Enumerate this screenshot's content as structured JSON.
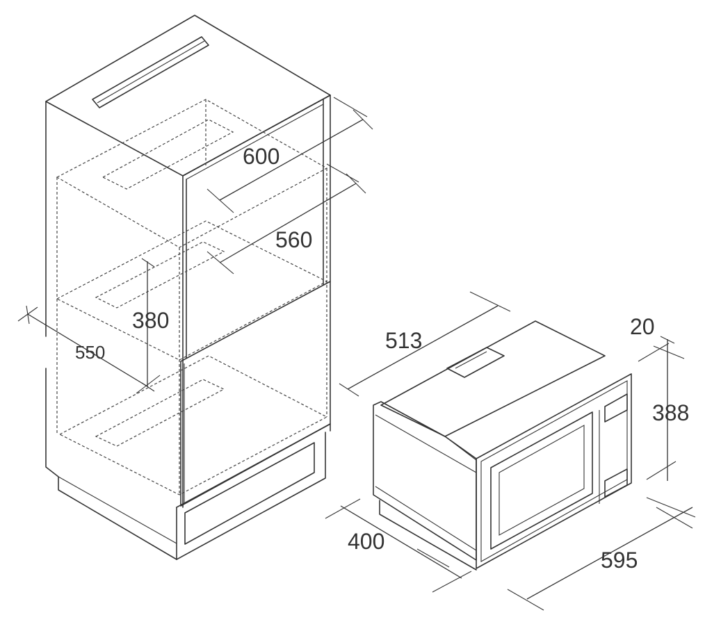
{
  "dimensions": {
    "cabinet_width": "600",
    "niche_width": "560",
    "niche_height": "380",
    "niche_depth": "550",
    "appliance_depth": "513",
    "frame_thickness": "20",
    "appliance_height": "388",
    "body_depth": "400",
    "appliance_width": "595"
  }
}
